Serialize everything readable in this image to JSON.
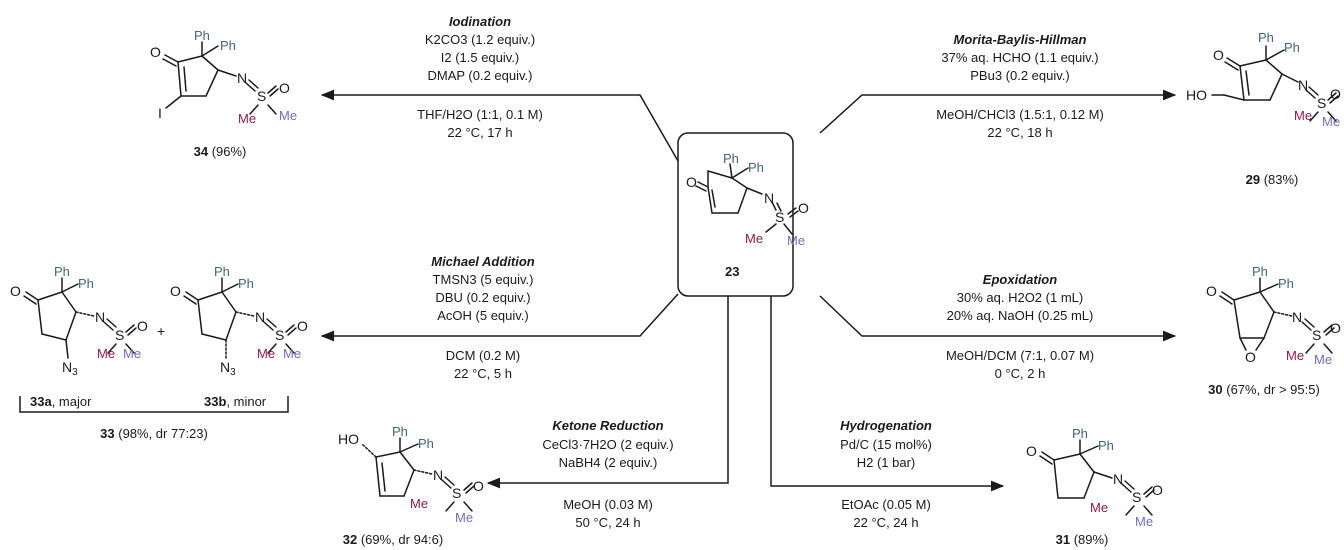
{
  "atoms": {
    "O": "O",
    "N": "N",
    "S": "S",
    "I": "I",
    "Ph": "Ph",
    "Me": "Me",
    "HO": "HO",
    "N3": "N",
    "N3_sub": "3"
  },
  "plus": "+",
  "compounds": {
    "c23": {
      "number": "23"
    },
    "c34": {
      "number": "34",
      "yield": " (96%)"
    },
    "c29": {
      "number": "29",
      "yield": " (83%)"
    },
    "c33a": {
      "number": "33a",
      "suffix": ", major"
    },
    "c33b": {
      "number": "33b",
      "suffix": ", minor"
    },
    "c33": {
      "number": "33",
      "yield": " (98%, dr 77:23)"
    },
    "c30": {
      "number": "30",
      "yield": " (67%, dr > 95:5)"
    },
    "c32": {
      "number": "32",
      "yield": " (69%, dr 94:6)"
    },
    "c31": {
      "number": "31",
      "yield": " (89%)"
    }
  },
  "reactions": {
    "iodination": {
      "title": "Iodination",
      "above": [
        "K2CO3 (1.2 equiv.)",
        "I2 (1.5 equiv.)",
        "DMAP (0.2 equiv.)"
      ],
      "below": [
        "THF/H2O (1:1, 0.1 M)",
        "22 °C, 17 h"
      ]
    },
    "mbh": {
      "title": "Morita-Baylis-Hillman",
      "above": [
        "37% aq. HCHO (1.1 equiv.)",
        "PBu3 (0.2 equiv.)"
      ],
      "below": [
        "MeOH/CHCl3 (1.5:1, 0.12 M)",
        "22 °C, 18 h"
      ]
    },
    "michael": {
      "title": "Michael Addition",
      "above": [
        "TMSN3 (5 equiv.)",
        "DBU (0.2 equiv.)",
        "AcOH (5 equiv.)"
      ],
      "below": [
        "DCM (0.2 M)",
        "22 °C, 5 h"
      ]
    },
    "epoxidation": {
      "title": "Epoxidation",
      "above": [
        "30% aq. H2O2 (1 mL)",
        "20% aq. NaOH (0.25 mL)"
      ],
      "below": [
        "MeOH/DCM (7:1, 0.07 M)",
        "0 °C, 2 h"
      ]
    },
    "reduction": {
      "title": "Ketone Reduction",
      "above": [
        "CeCl3·7H2O (2 equiv.)",
        "NaBH4 (2 equiv.)"
      ],
      "below": [
        "MeOH (0.03 M)",
        "50 °C, 24 h"
      ]
    },
    "hydrogenation": {
      "title": "Hydrogenation",
      "above": [
        "Pd/C (15 mol%)",
        "H2 (1 bar)"
      ],
      "below": [
        "EtOAc (0.05 M)",
        "22 °C, 24 h"
      ]
    }
  },
  "colors": {
    "phenyl": "#3d6678",
    "methyl_1": "#8b1a4a",
    "methyl_2": "#6f6fb5",
    "ink": "#1a1a1a"
  }
}
